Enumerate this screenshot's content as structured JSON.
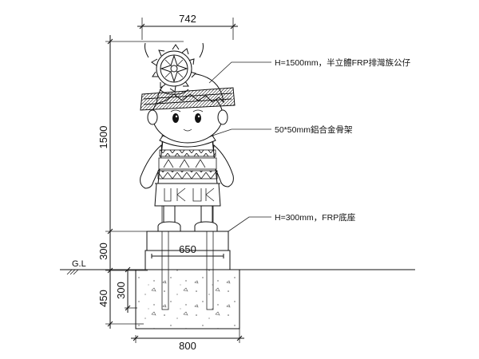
{
  "dimensions": {
    "top_width": "742",
    "figure_height": "1500",
    "base_height": "300",
    "base_width": "650",
    "footing_depth": "450",
    "footing_inner": "300",
    "footing_width": "800"
  },
  "labels": {
    "ground_line": "G.L"
  },
  "notes": [
    "H=1500mm，半立體FRP排灣族公仔",
    "50*50mm鋁合金骨架",
    "H=300mm，FRP底座"
  ]
}
